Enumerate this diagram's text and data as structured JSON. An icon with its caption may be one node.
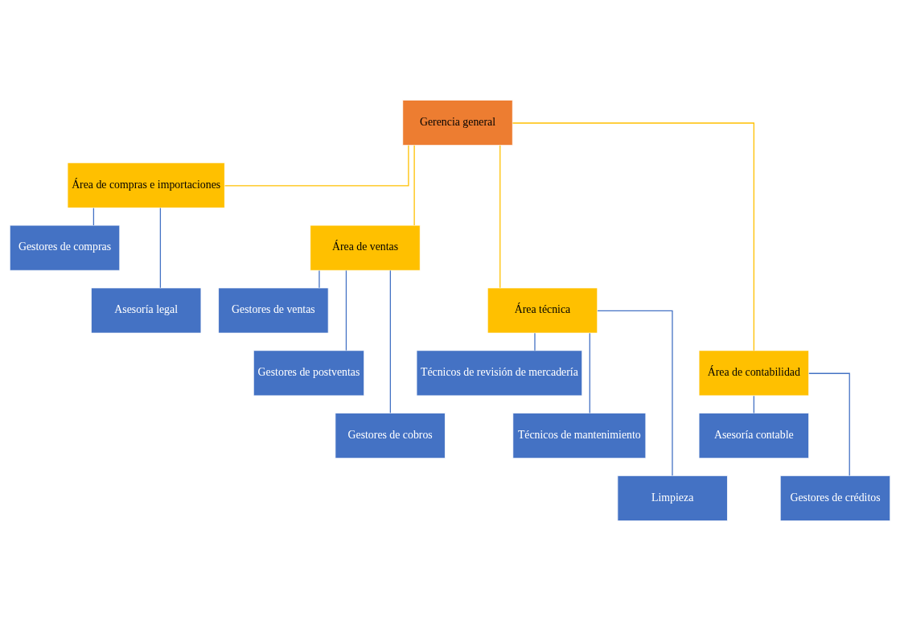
{
  "diagram": {
    "nodes": [
      {
        "text": [
          "Gerencia general"
        ]
      },
      {
        "text": [
          "Área de compras e importaciones"
        ]
      },
      {
        "text": [
          "Área de ventas"
        ]
      },
      {
        "text": [
          "Área técnica"
        ]
      },
      {
        "text": [
          "Área de contabilidad"
        ]
      },
      {
        "text": [
          "Gestores de compras"
        ]
      },
      {
        "text": [
          "Asesoría legal"
        ]
      },
      {
        "text": [
          "Gestores de ventas"
        ]
      },
      {
        "text": [
          "Gestores de postventas"
        ]
      },
      {
        "text": [
          "Gestores de cobros"
        ]
      },
      {
        "text": [
          "Técnicos de revisión de mercadería"
        ]
      },
      {
        "text": [
          "Técnicos de mantenimiento"
        ]
      },
      {
        "text": [
          "Limpieza"
        ]
      },
      {
        "text": [
          "Asesoría contable"
        ]
      },
      {
        "text": [
          "Gestores de créditos"
        ]
      }
    ],
    "edges": [
      {
        "from": 0,
        "to": 1,
        "arrow": "none",
        "color": "#ffc000"
      },
      {
        "from": 0,
        "to": 2,
        "arrow": "none",
        "color": "#ffc000"
      },
      {
        "from": 0,
        "to": 3,
        "arrow": "none",
        "color": "#ffc000"
      },
      {
        "from": 0,
        "to": 4,
        "arrow": "none",
        "color": "#ffc000"
      },
      {
        "from": 1,
        "to": 5,
        "arrow": "none"
      },
      {
        "from": 1,
        "to": 6,
        "arrow": "none"
      },
      {
        "from": 2,
        "to": 7,
        "arrow": "none"
      },
      {
        "from": 2,
        "to": 8,
        "arrow": "none"
      },
      {
        "from": 2,
        "to": 9,
        "arrow": "none"
      },
      {
        "from": 3,
        "to": 10,
        "arrow": "none"
      },
      {
        "from": 3,
        "to": 11,
        "arrow": "none"
      },
      {
        "from": 3,
        "to": 12,
        "arrow": "none"
      },
      {
        "from": 4,
        "to": 13,
        "arrow": "none"
      },
      {
        "from": 4,
        "to": 14,
        "arrow": "none"
      }
    ]
  }
}
